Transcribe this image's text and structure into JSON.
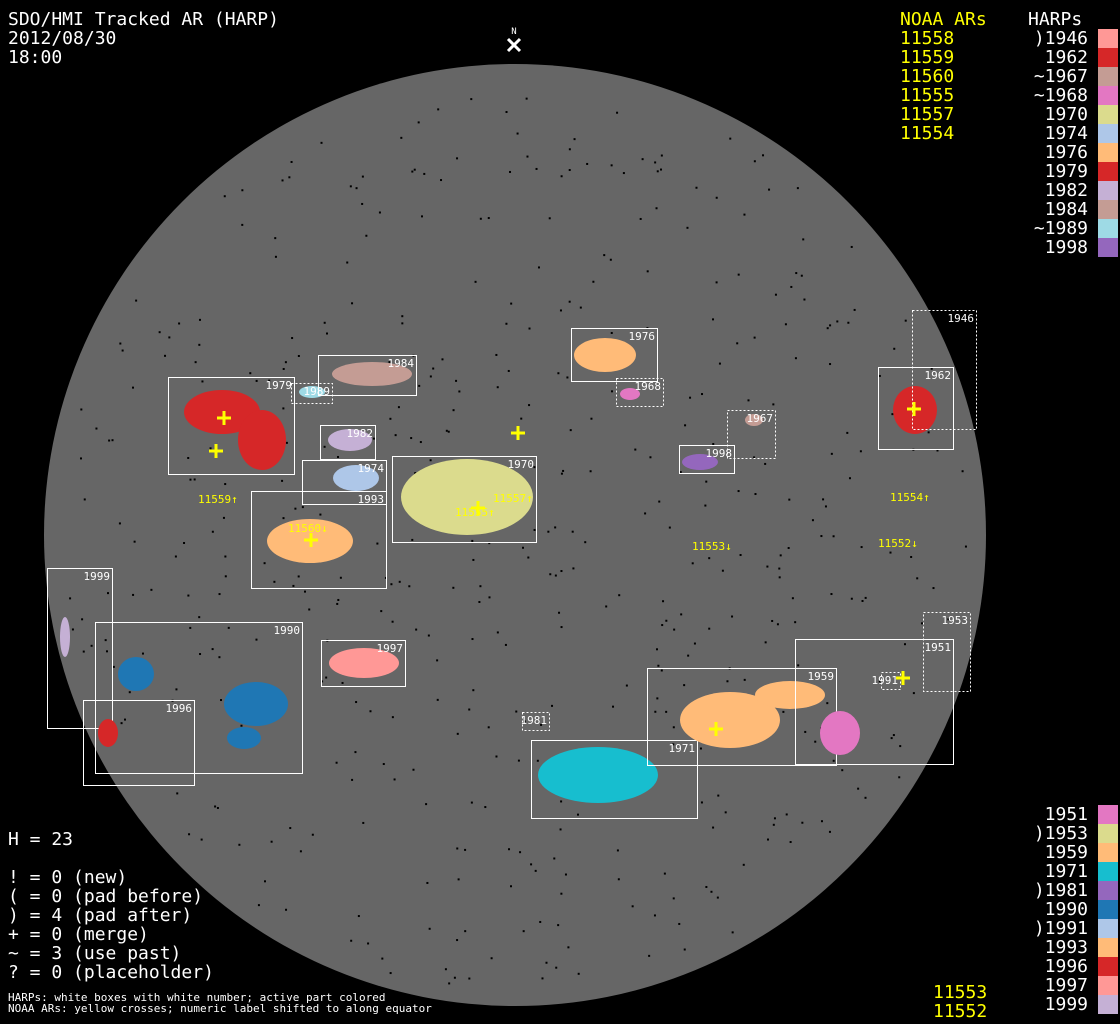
{
  "header": {
    "title": "SDO/HMI Tracked AR (HARP)",
    "date": "2012/08/30",
    "time": "18:00",
    "north_label": "N"
  },
  "noaa_legend": {
    "heading": "NOAA ARs",
    "top_items": [
      "11558",
      "11559",
      "11560",
      "11555",
      "11557",
      "11554"
    ],
    "bottom_items": [
      "11553",
      "11552"
    ]
  },
  "harp_legend": {
    "heading": "HARPs",
    "top_items": [
      {
        "label": ")1946",
        "color": "#ff9896"
      },
      {
        "label": "1962",
        "color": "#d62728"
      },
      {
        "label": "~1967",
        "color": "#c49c94"
      },
      {
        "label": "~1968",
        "color": "#e377c2"
      },
      {
        "label": "1970",
        "color": "#dbdb8d"
      },
      {
        "label": "1974",
        "color": "#aec7e8"
      },
      {
        "label": "1976",
        "color": "#ffbb78"
      },
      {
        "label": "1979",
        "color": "#d62728"
      },
      {
        "label": "1982",
        "color": "#c5b0d5"
      },
      {
        "label": "1984",
        "color": "#c49c94"
      },
      {
        "label": "~1989",
        "color": "#9edae5"
      },
      {
        "label": "1998",
        "color": "#9467bd"
      }
    ],
    "bottom_items": [
      {
        "label": "1951",
        "color": "#e377c2"
      },
      {
        "label": ")1953",
        "color": "#dbdb8d"
      },
      {
        "label": "1959",
        "color": "#ffbb78"
      },
      {
        "label": "1971",
        "color": "#17becf"
      },
      {
        "label": ")1981",
        "color": "#9467bd"
      },
      {
        "label": "1990",
        "color": "#1f77b4"
      },
      {
        "label": ")1991",
        "color": "#aec7e8"
      },
      {
        "label": "1993",
        "color": "#ffbb78"
      },
      {
        "label": "1996",
        "color": "#d62728"
      },
      {
        "label": "1997",
        "color": "#ff9896"
      },
      {
        "label": "1999",
        "color": "#c5b0d5"
      }
    ]
  },
  "stats": {
    "count": "H = 23",
    "lines": [
      "! = 0 (new)",
      "( = 0 (pad before)",
      ") = 4 (pad after)",
      "+ = 0 (merge)",
      "~ = 3 (use past)",
      "? = 0 (placeholder)"
    ]
  },
  "footnote": {
    "harps": "HARPs: white boxes with white number; active part colored",
    "noaa": "NOAA ARs: yellow crosses; numeric label shifted to along equator"
  },
  "disk": {
    "colors": {
      "disk": "#666666",
      "box": "#ffffff",
      "noaa": "#ffff00"
    },
    "harps": [
      {
        "id": "1979",
        "color": "#d62728"
      },
      {
        "id": "1989",
        "color": "#9edae5"
      },
      {
        "id": "1984",
        "color": "#c49c94"
      },
      {
        "id": "1982",
        "color": "#c5b0d5"
      },
      {
        "id": "1974",
        "color": "#aec7e8"
      },
      {
        "id": "1993",
        "color": "#ffbb78"
      },
      {
        "id": "1970",
        "color": "#dbdb8d"
      },
      {
        "id": "1976",
        "color": "#ffbb78"
      },
      {
        "id": "1968",
        "color": "#e377c2"
      },
      {
        "id": "1967",
        "color": "#c49c94"
      },
      {
        "id": "1998",
        "color": "#9467bd"
      },
      {
        "id": "1962",
        "color": "#d62728"
      },
      {
        "id": "1946",
        "color": "#ff9896"
      },
      {
        "id": "1999",
        "color": "#c5b0d5"
      },
      {
        "id": "1990",
        "color": "#1f77b4"
      },
      {
        "id": "1996",
        "color": "#d62728"
      },
      {
        "id": "1997",
        "color": "#ff9896"
      },
      {
        "id": "1981",
        "color": "#9467bd"
      },
      {
        "id": "1971",
        "color": "#17becf"
      },
      {
        "id": "1959",
        "color": "#ffbb78"
      },
      {
        "id": "1951",
        "color": "#e377c2"
      },
      {
        "id": "1953",
        "color": "#dbdb8d"
      },
      {
        "id": "1991",
        "color": "#aec7e8"
      }
    ],
    "noaa_labels": [
      "11559↑",
      "11560↓",
      "11555↑",
      "11557↑",
      "11553↓",
      "11554↑",
      "11552↓"
    ]
  }
}
